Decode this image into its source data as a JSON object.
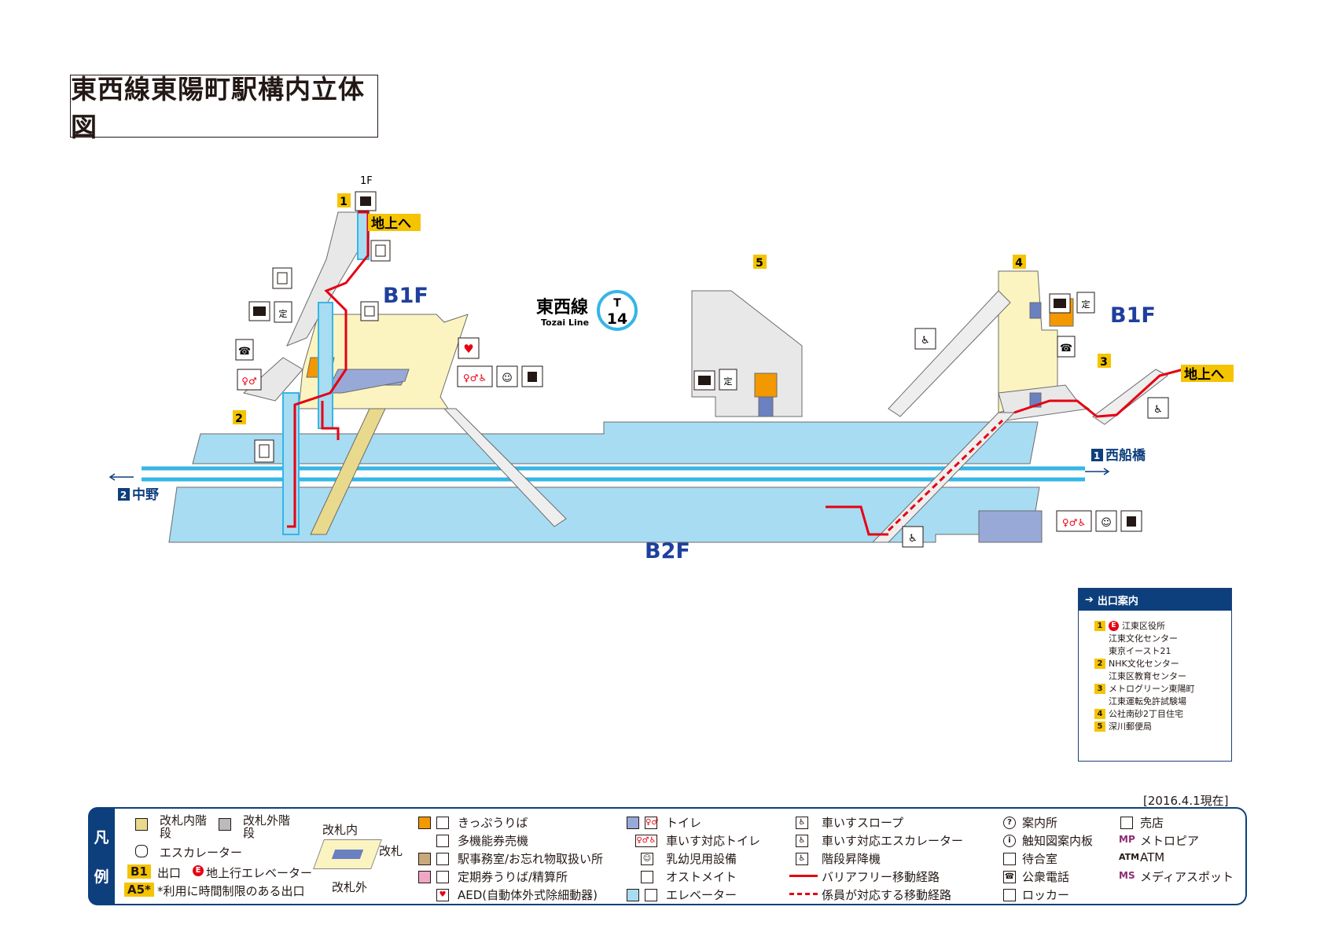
{
  "title": "東西線東陽町駅構内立体図",
  "floors": {
    "b1f_left": "B1F",
    "b1f_right": "B1F",
    "b2f": "B2F",
    "ground": "1F"
  },
  "station": {
    "line_name_ja": "東西線",
    "line_name_en": "Tozai Line",
    "line_letter": "T",
    "station_number": "14"
  },
  "exits": {
    "exit1": "1",
    "exit2": "2",
    "exit3": "3",
    "exit4": "4",
    "exit5": "5"
  },
  "to_ground": {
    "left": "地上へ",
    "right": "地上へ"
  },
  "directions": {
    "east": {
      "num": "1",
      "label": "西船橋"
    },
    "west": {
      "num": "2",
      "label": "中野"
    }
  },
  "exit_guide": {
    "header": "出口案内",
    "rows": [
      {
        "num": "1",
        "elevator": "E",
        "text": "江東区役所"
      },
      {
        "num": "",
        "text": "江東文化センター"
      },
      {
        "num": "",
        "text": "東京イースト21"
      },
      {
        "num": "2",
        "text": "NHK文化センター"
      },
      {
        "num": "",
        "text": "江東区教育センター"
      },
      {
        "num": "3",
        "text": "メトログリーン東陽町"
      },
      {
        "num": "",
        "text": "江東運転免許試験場"
      },
      {
        "num": "4",
        "text": "公社南砂2丁目住宅"
      },
      {
        "num": "5",
        "text": "深川郵便局"
      }
    ]
  },
  "date": "[2016.4.1現在]",
  "legend": {
    "tab_top": "凡",
    "tab_bottom": "例",
    "stairs_inside": "改札内階段",
    "stairs_outside": "改札外階段",
    "escalator": "エスカレーター",
    "exit_badge": "B1",
    "exit_label": "出口",
    "elevator_badge": "E",
    "elevator_exit": "地上行エレベーター",
    "limited_badge": "A5*",
    "limited_exit": "*利用に時間制限のある出口",
    "gate_inside": "改札内",
    "gate": "改札",
    "gate_outside": "改札外",
    "ticket": "きっぷうりば",
    "multi_ticket": "多機能券売機",
    "office": "駅事務室/お忘れ物取扱い所",
    "pass": "定期券うりば/精算所",
    "aed": "AED(自動体外式除細動器)",
    "toilet": "トイレ",
    "wheelchair_toilet": "車いす対応トイレ",
    "baby": "乳幼児用設備",
    "ostomate": "オストメイト",
    "elevator": "エレベーター",
    "slope": "車いすスロープ",
    "wc_escalator": "車いす対応エスカレーター",
    "stair_lift": "階段昇降機",
    "barrier_free": "バリアフリー移動経路",
    "staff_route": "係員が対応する移動経路",
    "info": "案内所",
    "tactile": "触知図案内板",
    "waiting": "待合室",
    "phone": "公衆電話",
    "locker": "ロッカー",
    "shop": "売店",
    "metropia_badge": "MP",
    "metropia": "メトロピア",
    "atm_badge": "ATM",
    "atm": "ATM",
    "media_badge": "MS",
    "media": "メディアスポット"
  },
  "colors": {
    "platform": "#a8dcf2",
    "concourse": "#fbf4c1",
    "track": "#35b6e6",
    "route": "#e60012",
    "navy": "#0e3f7d",
    "exit_yellow": "#f5c400",
    "ticket_orange": "#f39800",
    "gate_blue": "#98a9d8"
  }
}
